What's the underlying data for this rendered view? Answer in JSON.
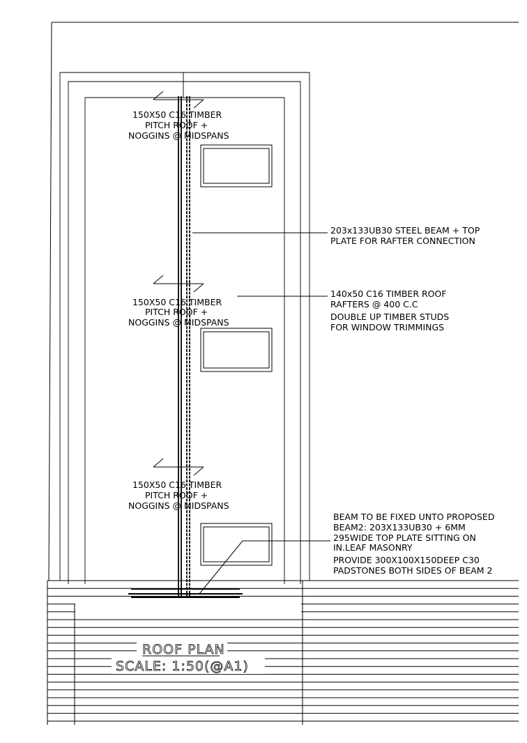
{
  "labels": {
    "timber_top": [
      "150X50  C16 TIMBER",
      "PITCH ROOF +",
      "NOGGINS @ MIDSPANS"
    ],
    "timber_mid": [
      "150X50  C16 TIMBER",
      "PITCH ROOF +",
      "NOGGINS @ MIDSPANS"
    ],
    "timber_bot": [
      "150X50  C16 TIMBER",
      "PITCH ROOF +",
      "NOGGINS @ MIDSPANS"
    ],
    "steel_beam": [
      "203x133UB30 STEEL BEAM + TOP",
      "PLATE FOR RAFTER CONNECTION"
    ],
    "rafters": [
      "140x50 C16 TIMBER ROOF",
      "RAFTERS @ 400 C.C"
    ],
    "studs": [
      "DOUBLE UP TIMBER STUDS",
      "FOR WINDOW TRIMMINGS"
    ],
    "beam_fix": [
      "BEAM TO BE FIXED UNTO PROPOSED",
      "BEAM2: 203X133UB30 + 6MM",
      "295WIDE TOP PLATE SITTING ON",
      "IN.LEAF MASONRY"
    ],
    "padstones": [
      "PROVIDE 300X100X150DEEP C30",
      "PADSTONES BOTH SIDES OF BEAM 2"
    ]
  },
  "title": {
    "name": "ROOF PLAN",
    "scale": "SCALE:  1:50(@A1)"
  },
  "colors": {
    "line": "#000000",
    "background": "#ffffff"
  }
}
